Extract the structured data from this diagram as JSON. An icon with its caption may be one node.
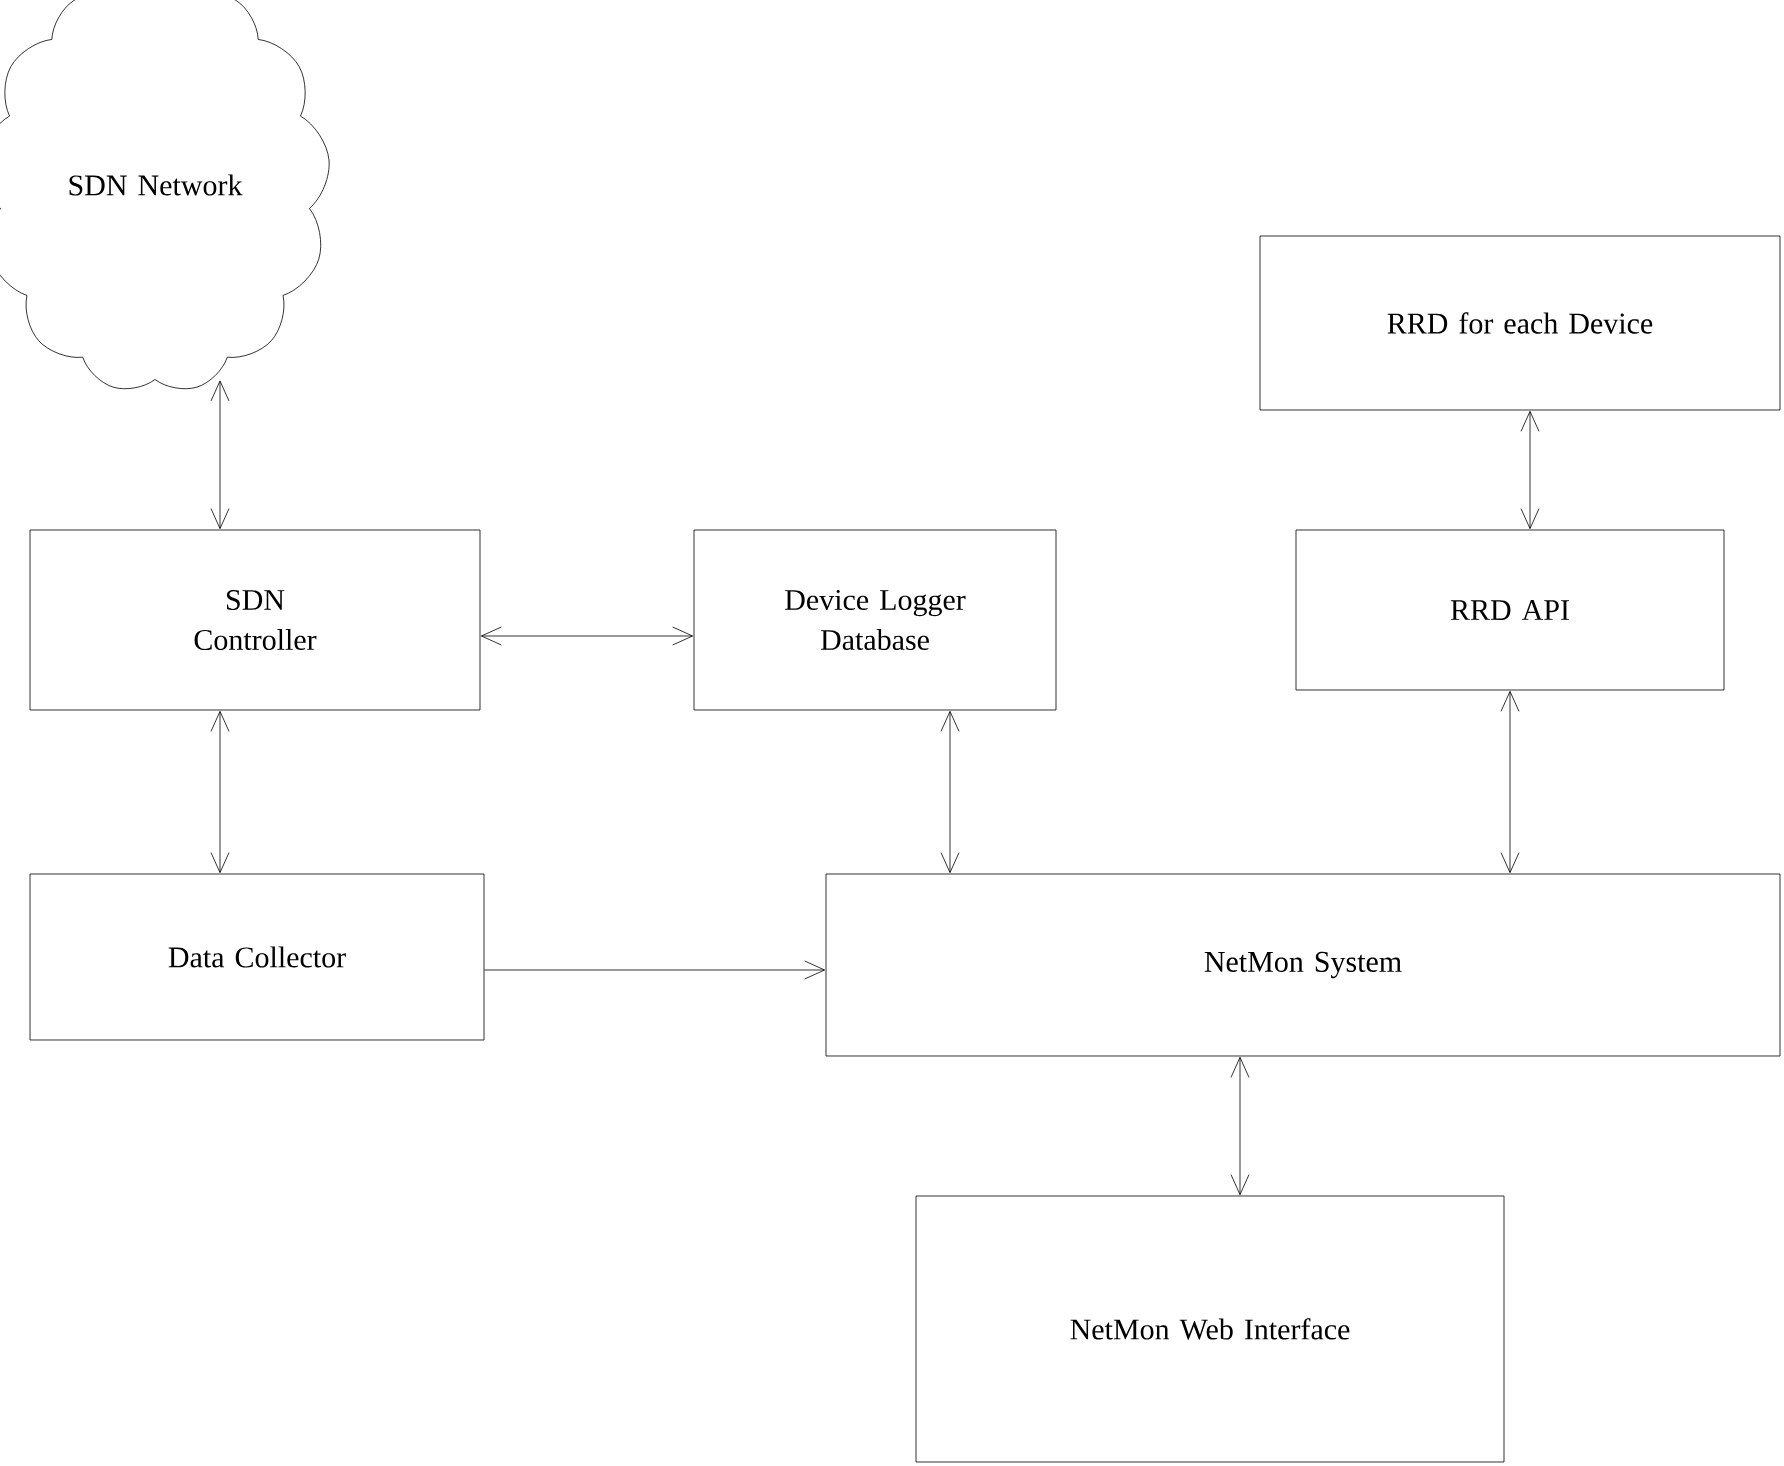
{
  "diagram": {
    "nodes": [
      {
        "text": [
          "SDN Network"
        ]
      },
      {
        "text": [
          "SDN Controller"
        ]
      },
      {
        "text": [
          "Device Logger Database"
        ]
      },
      {
        "text": [
          "RRD for each Device"
        ]
      },
      {
        "text": [
          "RRD API"
        ]
      },
      {
        "text": [
          "Data Collector"
        ]
      },
      {
        "text": [
          "NetMon System"
        ]
      },
      {
        "text": [
          "NetMon Web Interface"
        ]
      }
    ],
    "edges": [
      {
        "from": 0,
        "to": 1,
        "arrow": "both"
      },
      {
        "from": 1,
        "to": 2,
        "arrow": "both"
      },
      {
        "from": 1,
        "to": 5,
        "arrow": "both"
      },
      {
        "from": 2,
        "to": 6,
        "arrow": "both"
      },
      {
        "from": 5,
        "to": 6,
        "arrow": "to"
      },
      {
        "from": 3,
        "to": 4,
        "arrow": "both"
      },
      {
        "from": 4,
        "to": 6,
        "arrow": "both"
      },
      {
        "from": 6,
        "to": 7,
        "arrow": "both"
      }
    ]
  }
}
